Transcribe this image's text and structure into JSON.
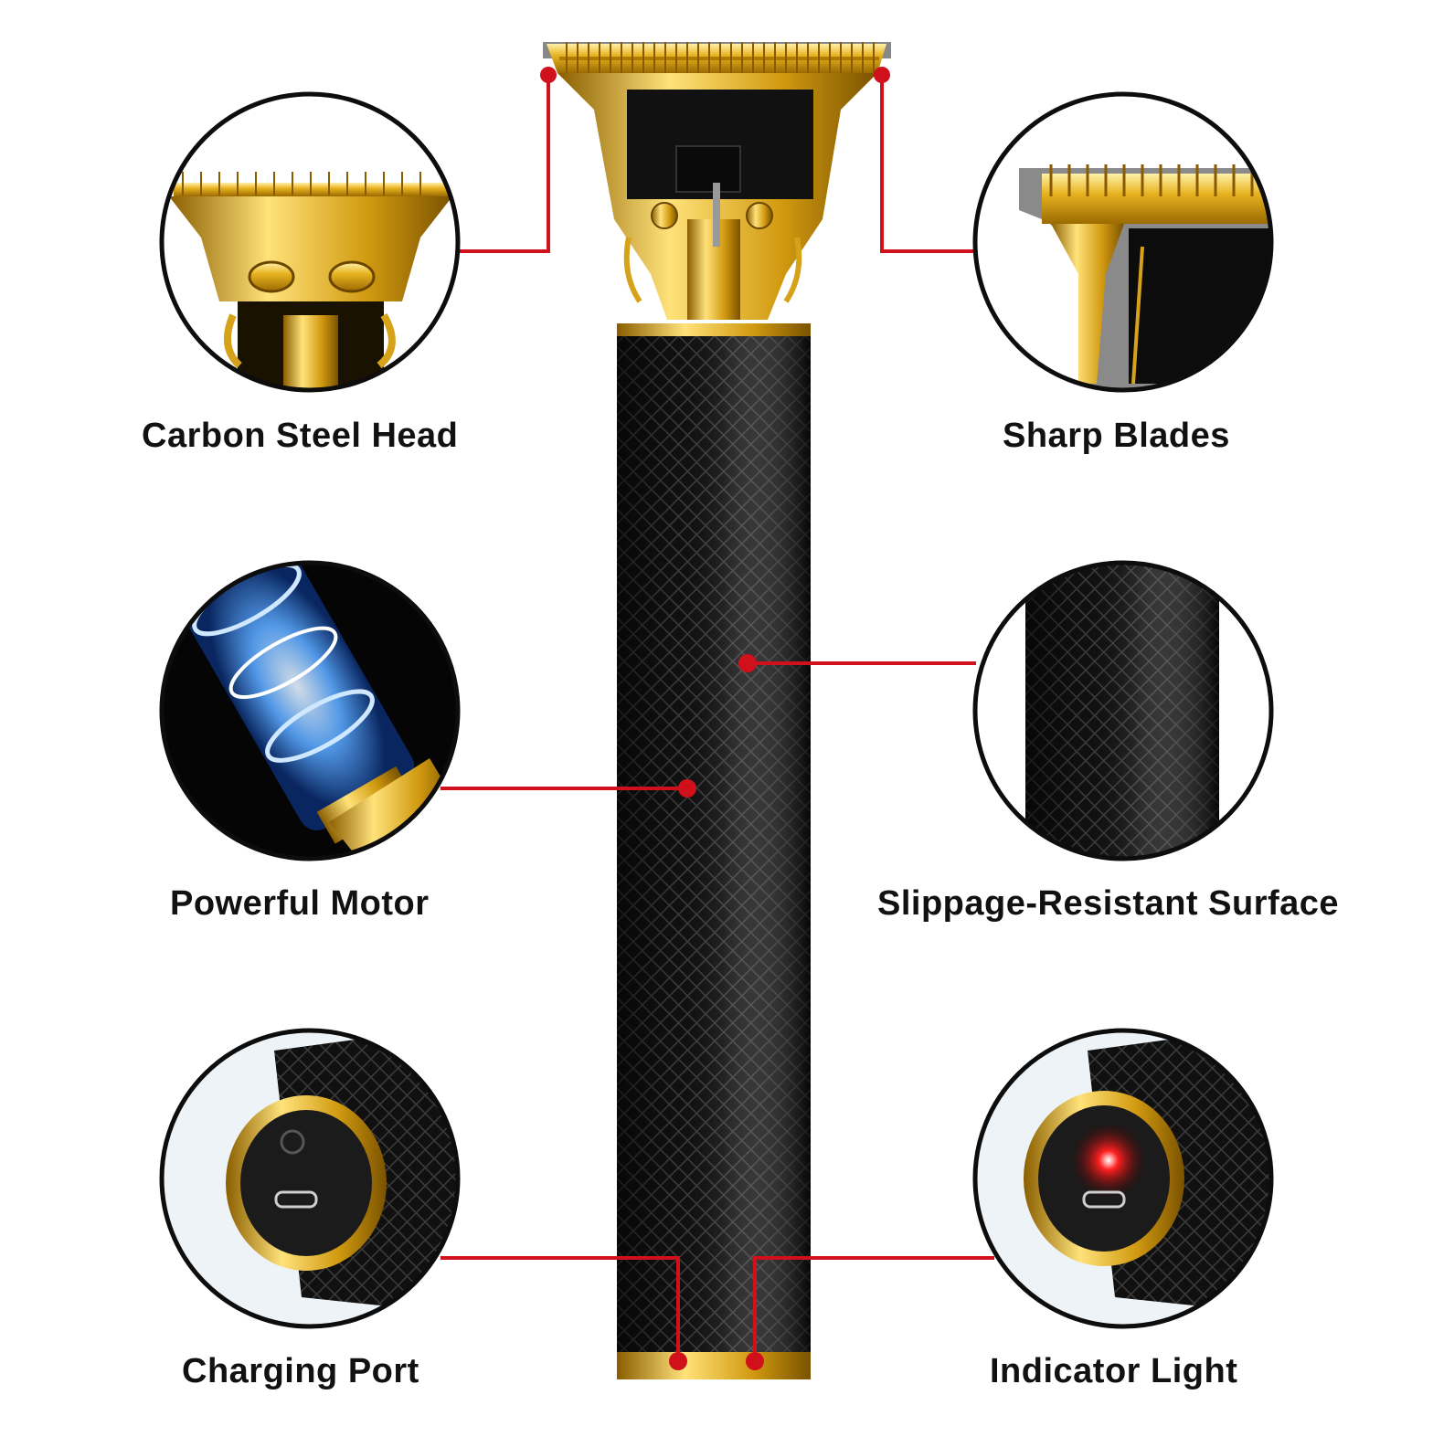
{
  "features": [
    {
      "id": "head",
      "label": "Carbon Steel Head"
    },
    {
      "id": "blades",
      "label": "Sharp Blades"
    },
    {
      "id": "motor",
      "label": "Powerful Motor"
    },
    {
      "id": "surface",
      "label": "Slippage-Resistant Surface"
    },
    {
      "id": "port",
      "label": "Charging Port"
    },
    {
      "id": "light",
      "label": "Indicator Light"
    }
  ],
  "colors": {
    "leader_line": "#d0101a",
    "gold": "#e0a800",
    "body": "#141414",
    "circle_border": "#0d0d0d"
  }
}
